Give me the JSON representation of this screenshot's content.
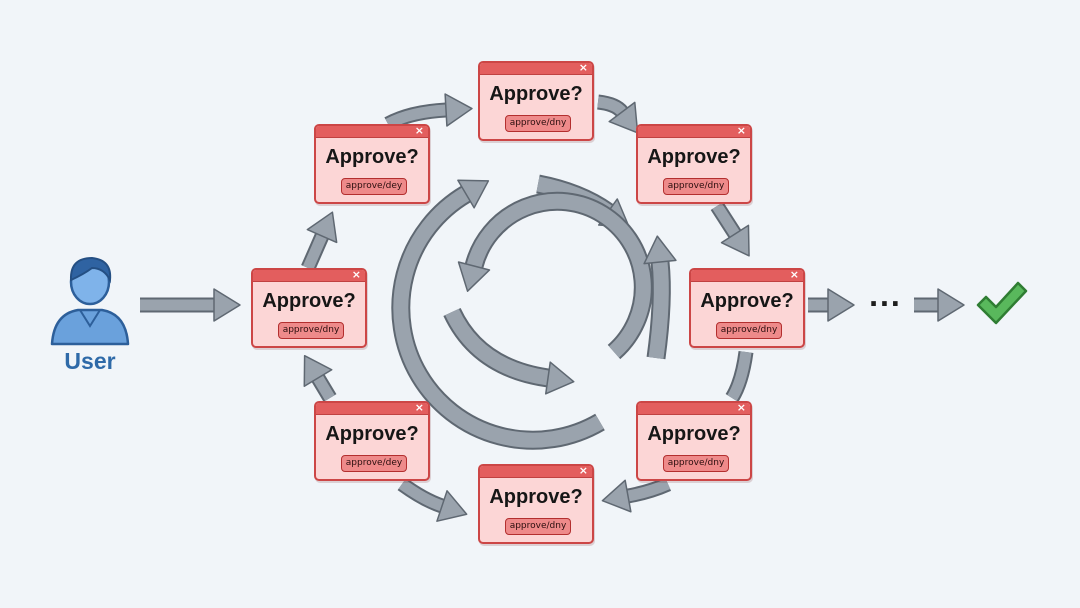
{
  "actor": {
    "label": "User"
  },
  "dialogs": [
    {
      "question": "Approve?",
      "button_label": "approve/dny",
      "close_glyph": "×"
    },
    {
      "question": "Approve?",
      "button_label": "approve/dny",
      "close_glyph": "×"
    },
    {
      "question": "Approve?",
      "button_label": "approve/dny",
      "close_glyph": "×"
    },
    {
      "question": "Approve?",
      "button_label": "approve/dny",
      "close_glyph": "×"
    },
    {
      "question": "Approve?",
      "button_label": "approve/dny",
      "close_glyph": "×"
    },
    {
      "question": "Approve?",
      "button_label": "approve/dny",
      "close_glyph": "×"
    },
    {
      "question": "Approve?",
      "button_label": "approve/dey",
      "close_glyph": "×"
    },
    {
      "question": "Approve?",
      "button_label": "approve/dey",
      "close_glyph": "×"
    }
  ],
  "continuation": {
    "text": "..."
  },
  "colors": {
    "background": "#f1f5f9",
    "arrow_fill": "#9aa3ad",
    "arrow_stroke": "#5f6872",
    "dialog_body": "#fcd6d6",
    "dialog_border": "#cc4646",
    "user_blue": "#6aa1dc",
    "user_label": "#2f6aa8",
    "check_green": "#59b85c"
  },
  "icons": {
    "actor": "user-icon",
    "done": "checkmark-icon"
  }
}
